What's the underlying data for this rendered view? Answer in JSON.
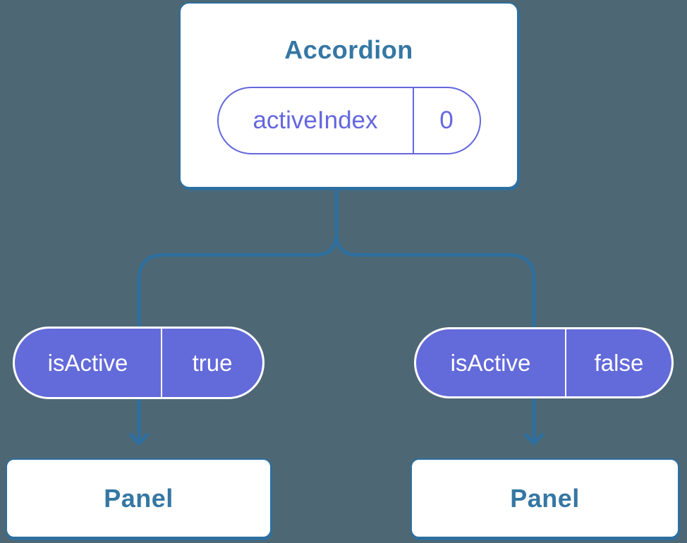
{
  "colors": {
    "background": "#4d6874",
    "connector": "#2e6f9f",
    "card_border": "#2e6f9f",
    "card_bg": "#ffffff",
    "heading_text": "#3577a3",
    "purple_fill": "#636ad9",
    "purple_outline": "#6467de",
    "pill_text_light": "#ffffff"
  },
  "accordion": {
    "title": "Accordion",
    "state": {
      "name": "activeIndex",
      "value": "0"
    }
  },
  "props": [
    {
      "name": "isActive",
      "value": "true"
    },
    {
      "name": "isActive",
      "value": "false"
    }
  ],
  "panels": [
    {
      "label": "Panel"
    },
    {
      "label": "Panel"
    }
  ],
  "icons": {
    "left_arrow": "arrow-down-icon",
    "right_arrow": "arrow-down-icon"
  }
}
